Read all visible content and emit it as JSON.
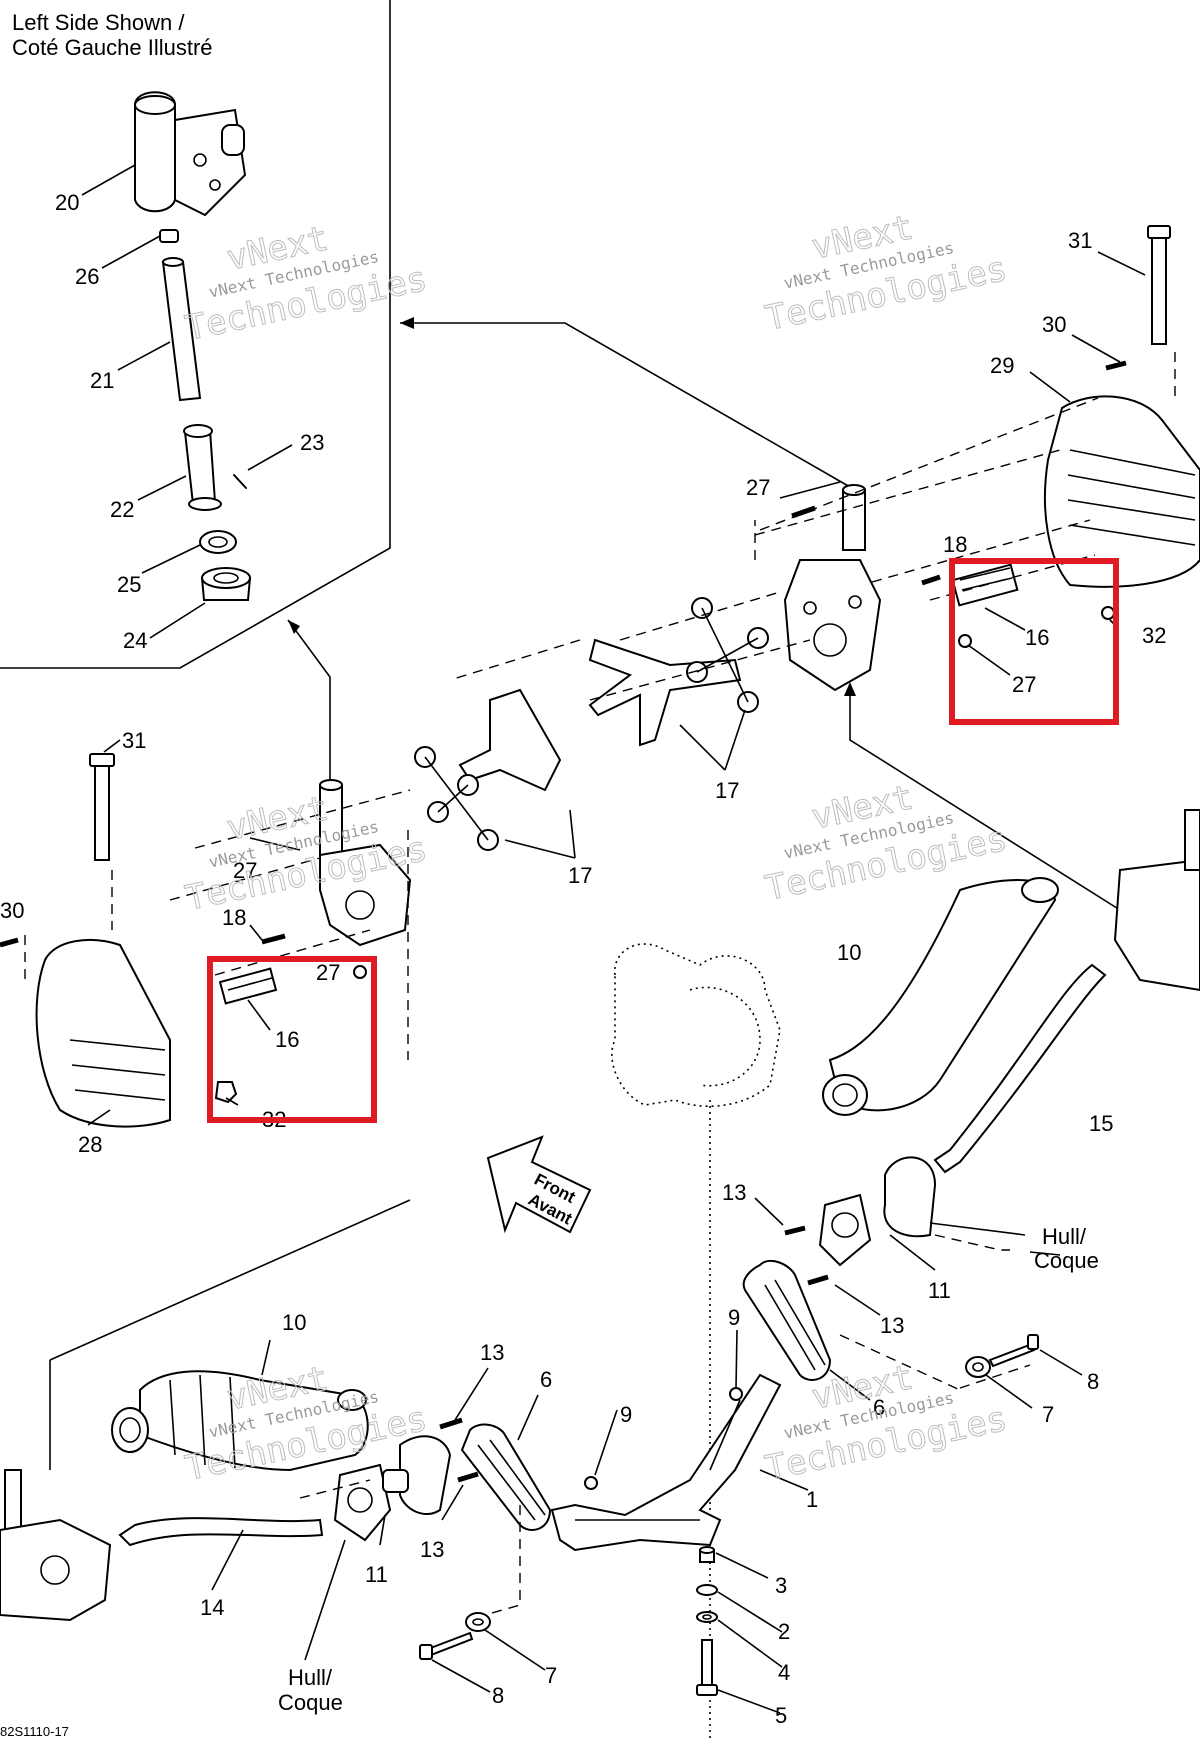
{
  "header": {
    "line1": "Left Side Shown /",
    "line2": "Coté Gauche Illustré"
  },
  "figure_code": "82S1110-17",
  "watermark": {
    "line1": "vNext",
    "line2": "vNext Technologies",
    "line3": "Technologies"
  },
  "direction": {
    "line1": "Front",
    "line2": "Avant"
  },
  "hull_label": {
    "line1": "Hull/",
    "line2": "Coque"
  },
  "highlight_color": "#e01b24",
  "callouts": {
    "c20": "20",
    "c26": "26",
    "c21": "21",
    "c23": "23",
    "c22": "22",
    "c25": "25",
    "c24": "24",
    "c31a": "31",
    "c30a": "30",
    "c29": "29",
    "c27a": "27",
    "c18a": "18",
    "c16a": "16",
    "c32a": "32",
    "c27b": "27",
    "c17a": "17",
    "c17b": "17",
    "c31b": "31",
    "c30b": "30",
    "c27c": "27",
    "c18b": "18",
    "c27d": "27",
    "c16b": "16",
    "c32b": "32",
    "c28": "28",
    "c10a": "10",
    "c15": "15",
    "c13a": "13",
    "c11a": "11",
    "c13b": "13",
    "c9a": "9",
    "c6a": "6",
    "c8a": "8",
    "c7a": "7",
    "c10b": "10",
    "c13c": "13",
    "c6b": "6",
    "c9b": "9",
    "c1": "1",
    "c13d": "13",
    "c11b": "11",
    "c14": "14",
    "c3": "3",
    "c2": "2",
    "c4": "4",
    "c5": "5",
    "c7b": "7",
    "c8b": "8"
  }
}
